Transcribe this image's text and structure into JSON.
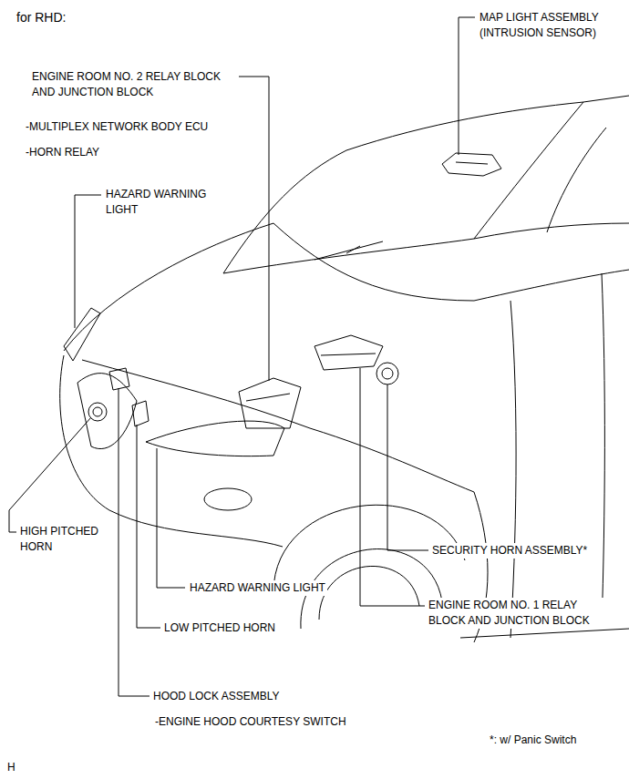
{
  "diagram": {
    "title": "for RHD:",
    "labels": [
      "MAP LIGHT ASSEMBLY (INTRUSION SENSOR)",
      "ENGINE ROOM NO. 2 RELAY BLOCK AND JUNCTION BLOCK",
      "-MULTIPLEX NETWORK BODY ECU",
      "-HORN RELAY",
      "HAZARD WARNING LIGHT",
      "HIGH PITCHED HORN",
      "SECURITY HORN ASSEMBLY*",
      "HAZARD WARNING LIGHT",
      "ENGINE ROOM NO. 1 RELAY BLOCK AND JUNCTION BLOCK",
      "LOW PITCHED HORN",
      "HOOD LOCK ASSEMBLY",
      "-ENGINE HOOD COURTESY SWITCH",
      "*: w/ Panic Switch",
      "H"
    ]
  }
}
